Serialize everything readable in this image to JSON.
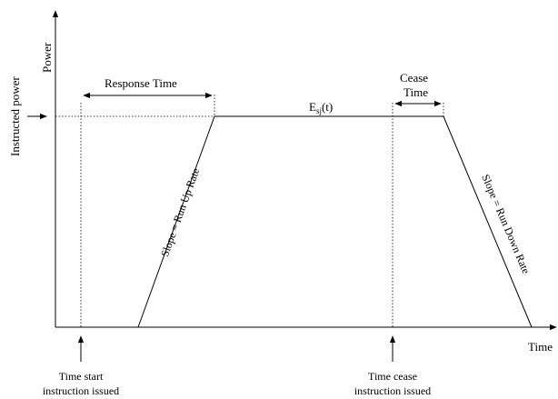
{
  "axes": {
    "y_label": "Power",
    "x_label": "Time"
  },
  "labels": {
    "instructed_power": "Instructed power",
    "response_time": "Response Time",
    "cease_time_line1": "Cease",
    "cease_time_line2": "Time",
    "energy_base": "E",
    "energy_subscript": "sj",
    "energy_suffix": "(t)",
    "slope_up": "Slope =  Run Up Rate",
    "slope_down": "Slope =  Run Down  Rate",
    "time_start_line1": "Time start",
    "time_start_line2": "instruction issued",
    "time_cease_line1": "Time cease",
    "time_cease_line2": "instruction issued"
  }
}
